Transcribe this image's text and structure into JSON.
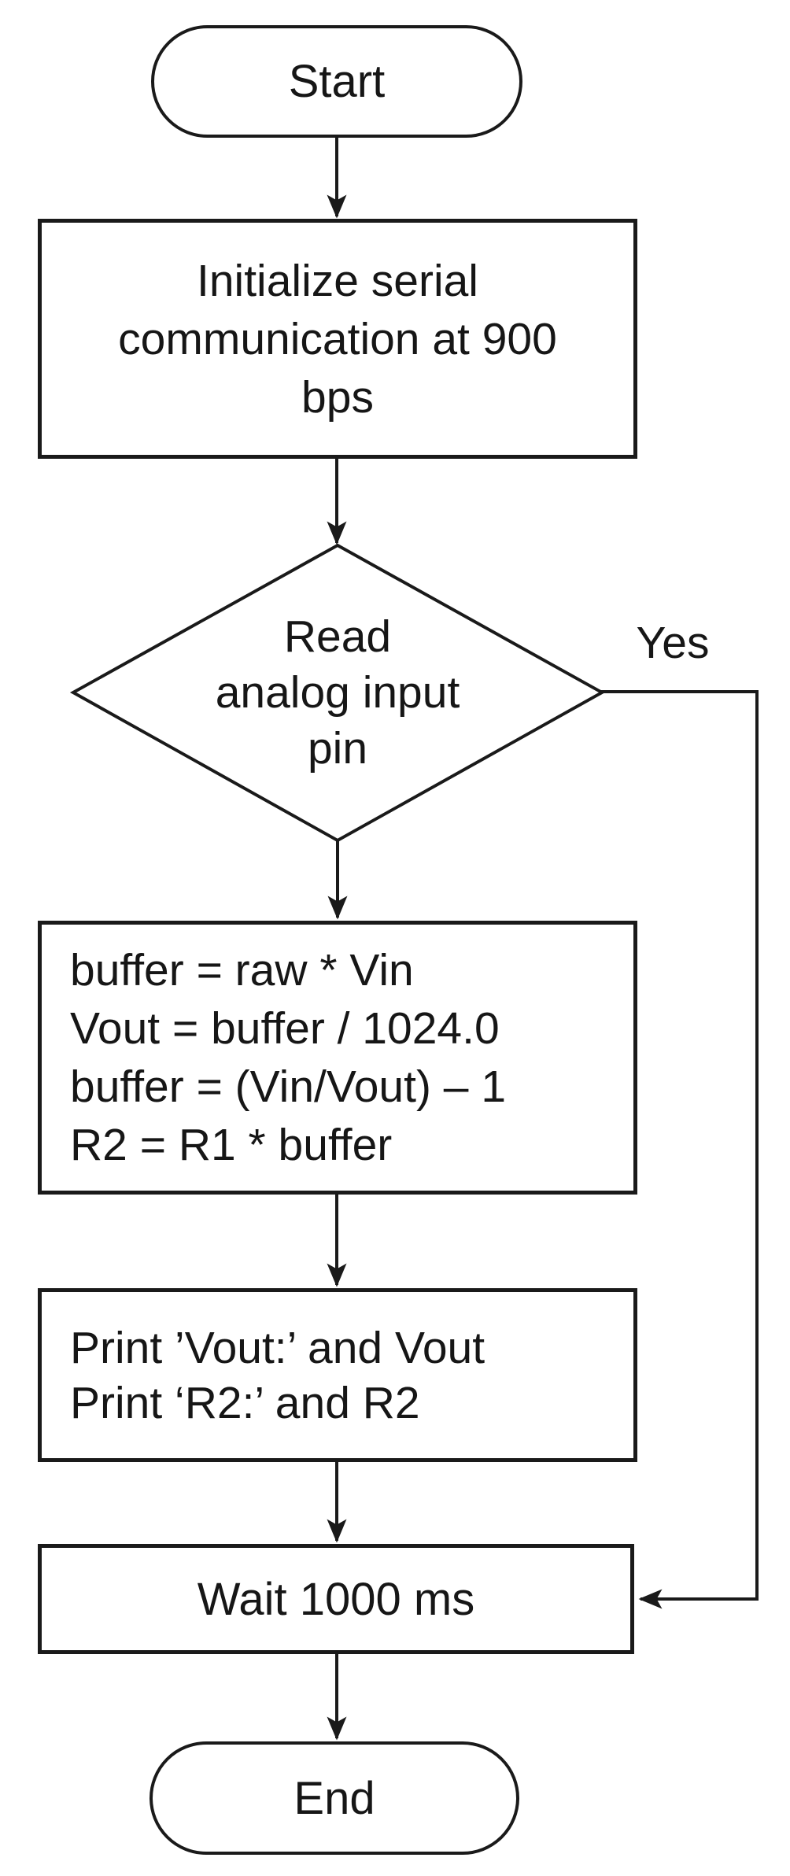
{
  "flowchart": {
    "background": "#ffffff",
    "stroke_color": "#1a1a1a",
    "nodes": {
      "start": {
        "type": "terminator",
        "label": "Start"
      },
      "init": {
        "type": "process",
        "lines": [
          "Initialize serial",
          "communication at 900",
          "bps"
        ]
      },
      "decision": {
        "type": "decision",
        "lines": [
          "Read",
          "analog input",
          "pin"
        ]
      },
      "formula": {
        "type": "process",
        "lines": [
          "buffer = raw * Vin",
          "Vout = buffer / 1024.0",
          "buffer = (Vin/Vout) – 1",
          "R2 = R1 * buffer"
        ]
      },
      "print": {
        "type": "process",
        "lines": [
          "Print ’Vout:’ and Vout",
          "Print ‘R2:’ and R2"
        ]
      },
      "wait": {
        "type": "process",
        "label": "Wait 1000 ms"
      },
      "end": {
        "type": "terminator",
        "label": "End"
      }
    },
    "connectors": {
      "yes_label": "Yes"
    }
  }
}
